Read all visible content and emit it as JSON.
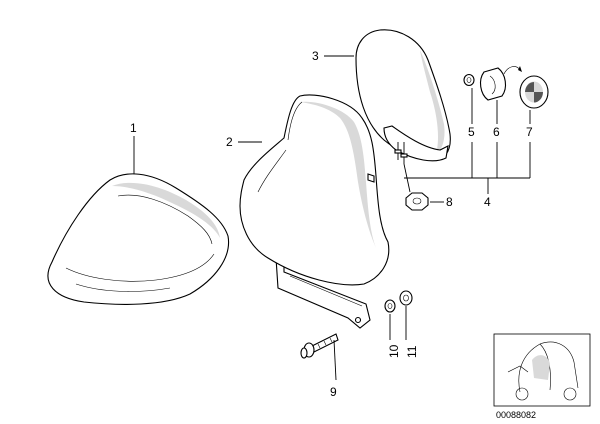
{
  "callouts": {
    "c1": "1",
    "c2": "2",
    "c3": "3",
    "c4": "4",
    "c5": "5",
    "c6": "6",
    "c7": "7",
    "c8": "8",
    "c9": "9",
    "c10": "10",
    "c11": "11"
  },
  "reference_number": "00088082",
  "colors": {
    "line": "#000000",
    "shade": "#d9d9d9",
    "background": "#ffffff"
  }
}
